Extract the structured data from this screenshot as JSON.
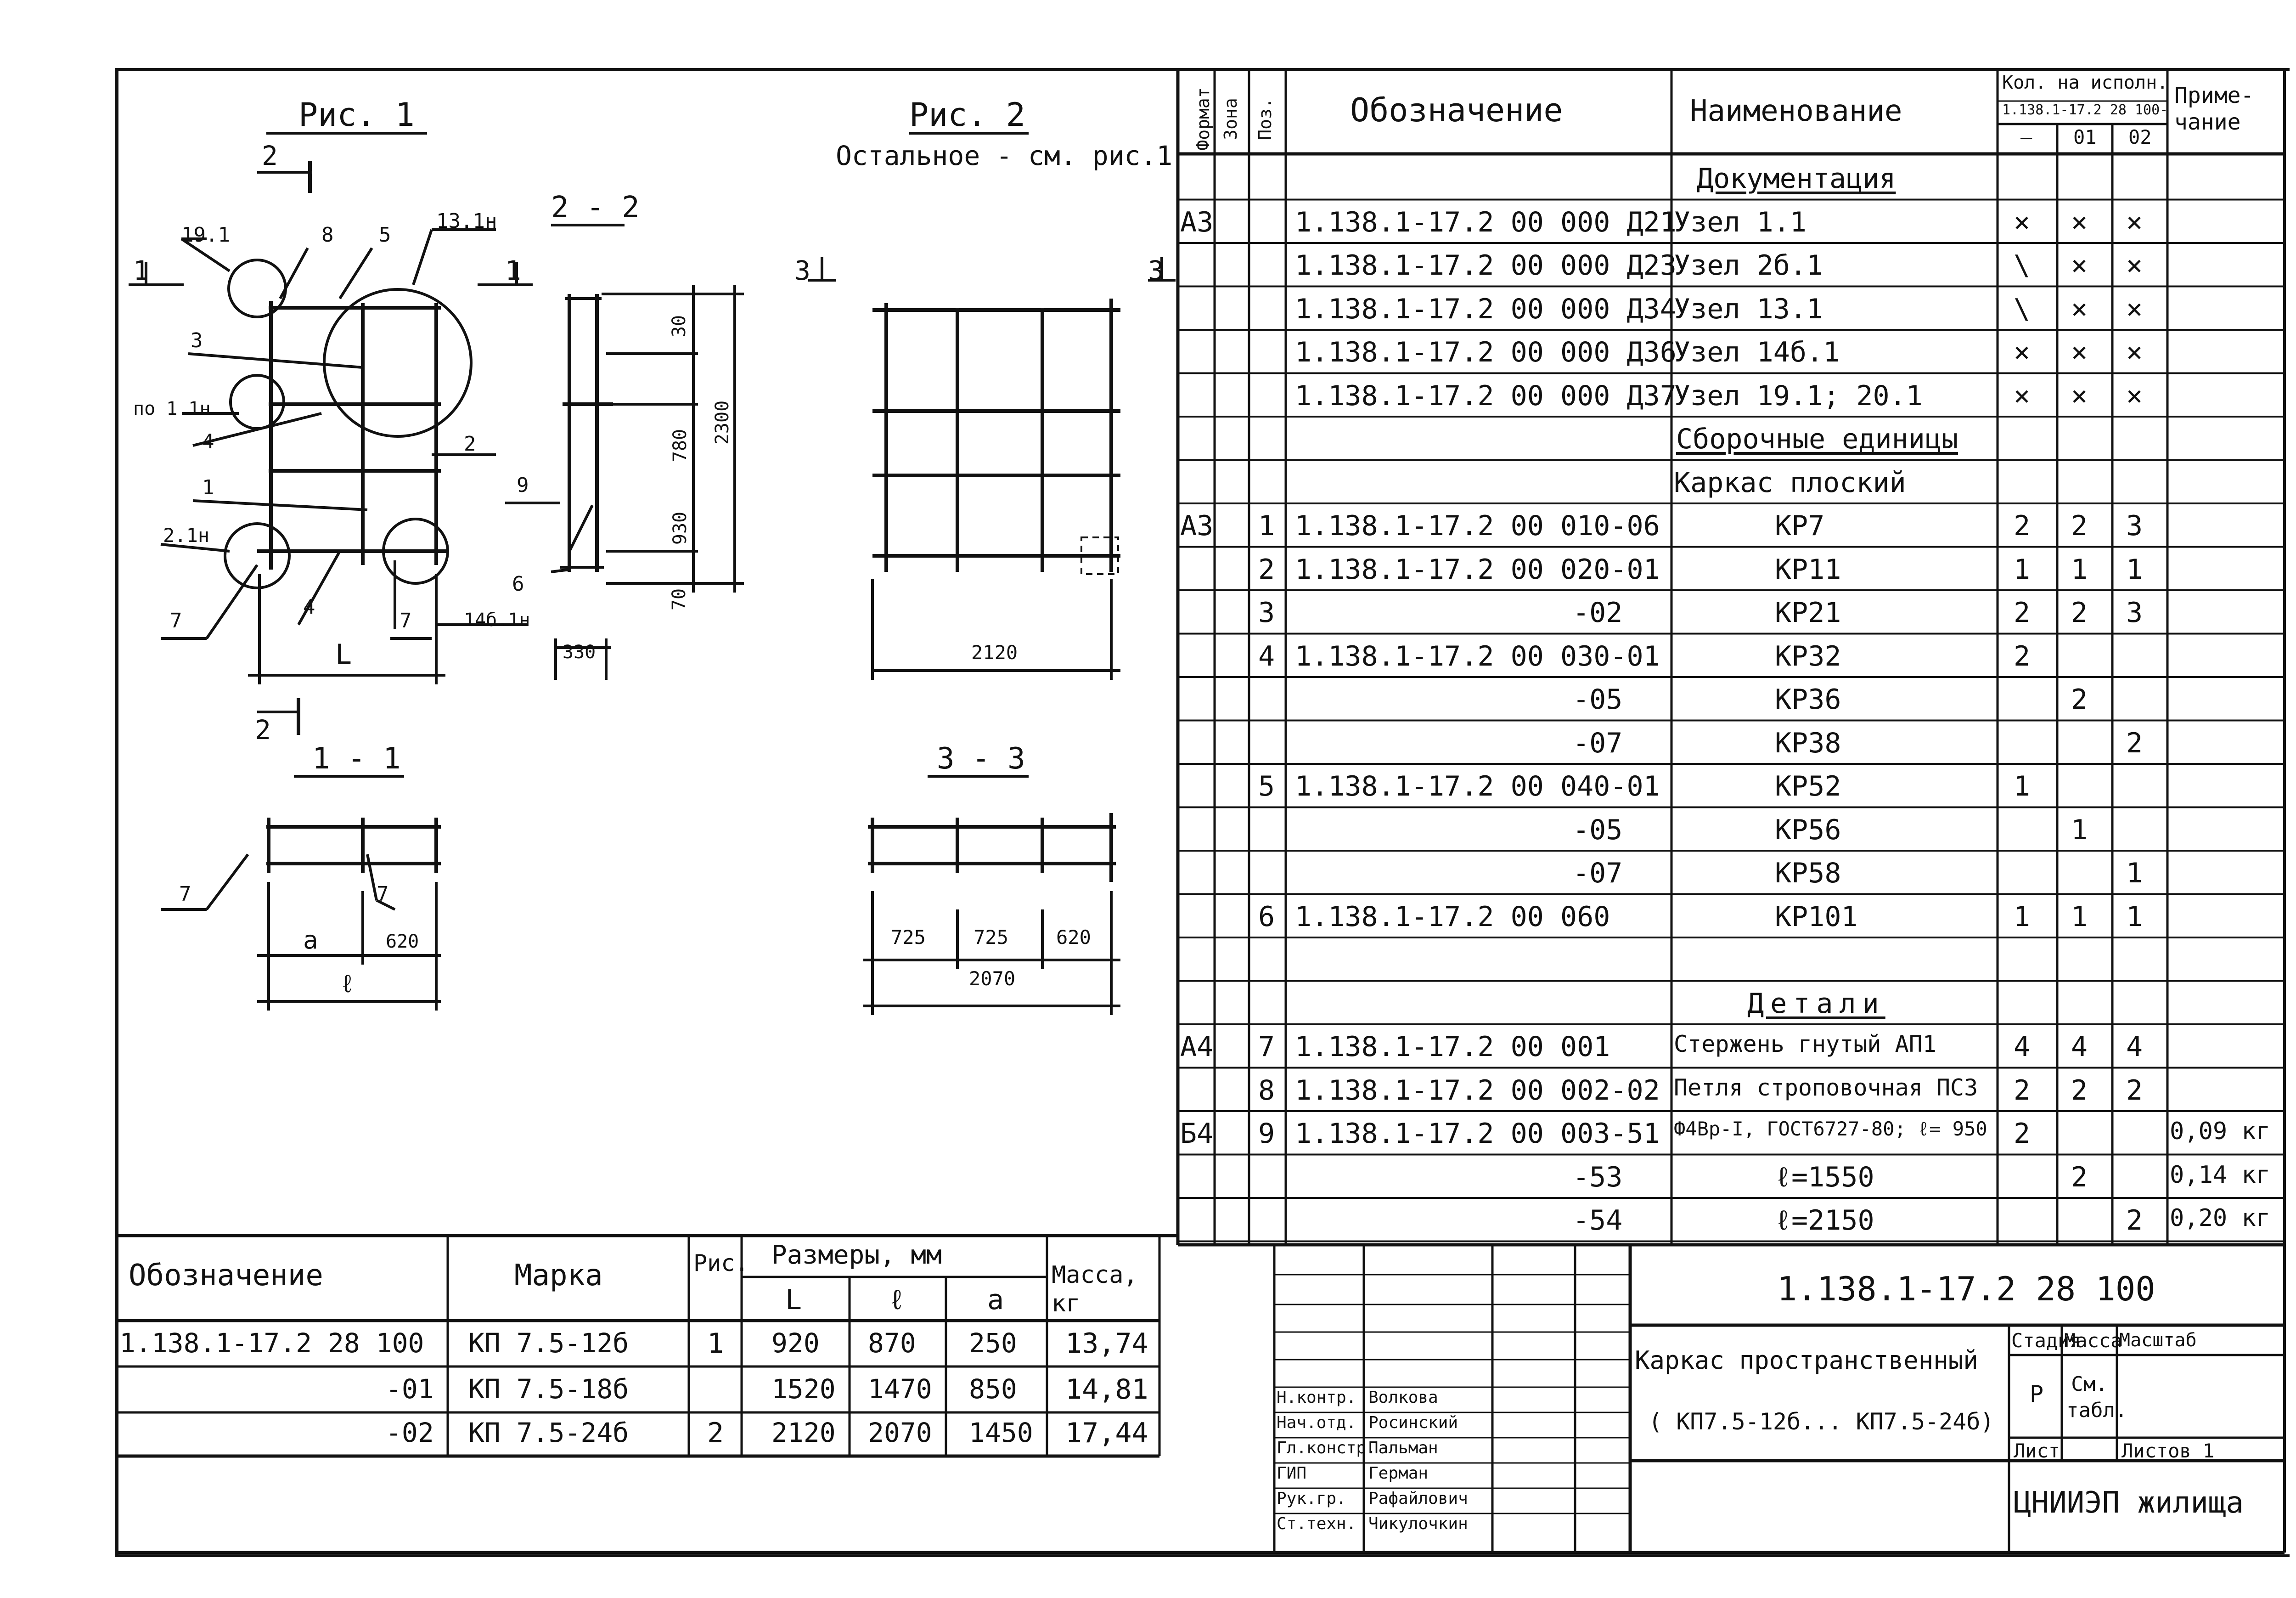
{
  "figures": {
    "fig1_title": "Рис. 1",
    "fig2_title": "Рис. 2",
    "fig2_note": "Остальное - см. рис.1",
    "section_22": "2 - 2",
    "section_11": "1 - 1",
    "section_33": "3 - 3",
    "cut_mark_2": "2",
    "cut_mark_1": "1",
    "cut_mark_3": "3",
    "labels": {
      "p191": "19.1",
      "p8": "8",
      "p5": "5",
      "p131n": "13.1н",
      "p3": "3",
      "po11n": "по 1.1н",
      "p4a": "4",
      "p2": "2",
      "p1": "1",
      "p21n": "2.1н",
      "p7": "7",
      "p4b": "4",
      "p7b": "7",
      "p1461n": "14б.1н",
      "dimL": "L",
      "p9": "9",
      "p6": "6",
      "d30": "30",
      "d780": "780",
      "d930": "930",
      "d70": "70",
      "d2300": "2300",
      "d330": "330",
      "d2120": "2120",
      "p7c": "7",
      "p7d": "7",
      "dim_a": "a",
      "d620a": "620",
      "dim_l": "ℓ",
      "d725a": "725",
      "d725b": "725",
      "d620b": "620",
      "d2070": "2070"
    }
  },
  "spec": {
    "headers": {
      "format": "Формат",
      "zone": "Зона",
      "pos": "Поз.",
      "designation": "Обозначение",
      "name": "Наименование",
      "qty": "Кол. на исполн.",
      "qty_doc": "1.138.1-17.2 28 100-",
      "qty_cols": [
        "—",
        "01",
        "02"
      ],
      "note": "Приме-чание"
    },
    "rows": [
      {
        "fmt": "",
        "pos": "",
        "des": "",
        "name": "Документация",
        "q0": "",
        "q1": "",
        "q2": "",
        "note": ""
      },
      {
        "fmt": "А3",
        "pos": "",
        "des": "1.138.1-17.2 00 000 Д21",
        "name": "Узел 1.1",
        "q0": "×",
        "q1": "×",
        "q2": "×",
        "note": ""
      },
      {
        "fmt": "",
        "pos": "",
        "des": "1.138.1-17.2 00 000 Д23",
        "name": "Узел 2б.1",
        "q0": "\\",
        "q1": "×",
        "q2": "×",
        "note": ""
      },
      {
        "fmt": "",
        "pos": "",
        "des": "1.138.1-17.2 00 000 Д34",
        "name": "Узел 13.1",
        "q0": "\\",
        "q1": "×",
        "q2": "×",
        "note": ""
      },
      {
        "fmt": "",
        "pos": "",
        "des": "1.138.1-17.2 00 000 Д36",
        "name": "Узел 14б.1",
        "q0": "×",
        "q1": "×",
        "q2": "×",
        "note": ""
      },
      {
        "fmt": "",
        "pos": "",
        "des": "1.138.1-17.2 00 000 Д37",
        "name": "Узел 19.1; 20.1",
        "q0": "×",
        "q1": "×",
        "q2": "×",
        "note": ""
      },
      {
        "fmt": "",
        "pos": "",
        "des": "",
        "name": "Сборочные единицы",
        "q0": "",
        "q1": "",
        "q2": "",
        "note": ""
      },
      {
        "fmt": "",
        "pos": "",
        "des": "",
        "name": "Каркас плоский",
        "q0": "",
        "q1": "",
        "q2": "",
        "note": ""
      },
      {
        "fmt": "А3",
        "pos": "1",
        "des": "1.138.1-17.2 00 010-06",
        "name": "КР7",
        "q0": "2",
        "q1": "2",
        "q2": "3",
        "note": ""
      },
      {
        "fmt": "",
        "pos": "2",
        "des": "1.138.1-17.2 00 020-01",
        "name": "КР11",
        "q0": "1",
        "q1": "1",
        "q2": "1",
        "note": ""
      },
      {
        "fmt": "",
        "pos": "3",
        "des": "-02",
        "name": "КР21",
        "q0": "2",
        "q1": "2",
        "q2": "3",
        "note": ""
      },
      {
        "fmt": "",
        "pos": "4",
        "des": "1.138.1-17.2 00 030-01",
        "name": "КР32",
        "q0": "2",
        "q1": "",
        "q2": "",
        "note": ""
      },
      {
        "fmt": "",
        "pos": "",
        "des": "-05",
        "name": "КР36",
        "q0": "",
        "q1": "2",
        "q2": "",
        "note": ""
      },
      {
        "fmt": "",
        "pos": "",
        "des": "-07",
        "name": "КР38",
        "q0": "",
        "q1": "",
        "q2": "2",
        "note": ""
      },
      {
        "fmt": "",
        "pos": "5",
        "des": "1.138.1-17.2 00 040-01",
        "name": "КР52",
        "q0": "1",
        "q1": "",
        "q2": "",
        "note": ""
      },
      {
        "fmt": "",
        "pos": "",
        "des": "-05",
        "name": "КР56",
        "q0": "",
        "q1": "1",
        "q2": "",
        "note": ""
      },
      {
        "fmt": "",
        "pos": "",
        "des": "-07",
        "name": "КР58",
        "q0": "",
        "q1": "",
        "q2": "1",
        "note": ""
      },
      {
        "fmt": "",
        "pos": "6",
        "des": "1.138.1-17.2 00 060",
        "name": "КР101",
        "q0": "1",
        "q1": "1",
        "q2": "1",
        "note": ""
      },
      {
        "fmt": "",
        "pos": "",
        "des": "",
        "name": "",
        "q0": "",
        "q1": "",
        "q2": "",
        "note": ""
      },
      {
        "fmt": "",
        "pos": "",
        "des": "",
        "name": "Детали",
        "q0": "",
        "q1": "",
        "q2": "",
        "note": ""
      },
      {
        "fmt": "А4",
        "pos": "7",
        "des": "1.138.1-17.2 00 001",
        "name": "Стержень гнутый АП1",
        "q0": "4",
        "q1": "4",
        "q2": "4",
        "note": ""
      },
      {
        "fmt": "",
        "pos": "8",
        "des": "1.138.1-17.2 00 002-02",
        "name": "Петля строповочная ПС3",
        "q0": "2",
        "q1": "2",
        "q2": "2",
        "note": ""
      },
      {
        "fmt": "Б4",
        "pos": "9",
        "des": "1.138.1-17.2 00 003-51",
        "name": "Ф4Вр-I, ГОСТ6727-80; ℓ= 950",
        "q0": "2",
        "q1": "",
        "q2": "",
        "note": "0,09 кг"
      },
      {
        "fmt": "",
        "pos": "",
        "des": "-53",
        "name": "ℓ=1550",
        "q0": "",
        "q1": "2",
        "q2": "",
        "note": "0,14 кг"
      },
      {
        "fmt": "",
        "pos": "",
        "des": "-54",
        "name": "ℓ=2150",
        "q0": "",
        "q1": "",
        "q2": "2",
        "note": "0,20 кг"
      }
    ]
  },
  "marks": {
    "headers": {
      "designation": "Обозначение",
      "mark": "Марка",
      "fig": "Рис.",
      "dims": "Размеры, мм",
      "L": "L",
      "l": "ℓ",
      "a": "a",
      "mass": "Масса, кг"
    },
    "rows": [
      {
        "des": "1.138.1-17.2 28 100",
        "mark": "КП 7.5-12б",
        "fig": "1",
        "L": "920",
        "l": "870",
        "a": "250",
        "mass": "13,74"
      },
      {
        "des": "-01",
        "mark": "КП 7.5-18б",
        "fig": "",
        "L": "1520",
        "l": "1470",
        "a": "850",
        "mass": "14,81"
      },
      {
        "des": "-02",
        "mark": "КП 7.5-24б",
        "fig": "2",
        "L": "2120",
        "l": "2070",
        "a": "1450",
        "mass": "17,44"
      }
    ]
  },
  "title_block": {
    "doc_number": "1.138.1-17.2 28 100",
    "title_line1": "Каркас пространственный",
    "title_line2": "( КП7.5-12б... КП7.5-24б)",
    "stage_label": "Стадия",
    "mass_label": "Масса",
    "scale_label": "Масштаб",
    "stage": "Р",
    "mass": "См. табл.",
    "sheet_label": "Лист",
    "sheets_label": "Листов 1",
    "org": "ЦНИИЭП жилища",
    "roles": [
      "Н.контр.",
      "Нач.отд.",
      "Гл.констр.",
      "ГИП",
      "Рук.гр.",
      "Ст.техн."
    ],
    "names": [
      "Волкова",
      "Росинский",
      "Пальман",
      "Герман",
      "Рафайлович",
      "Чикулочкин"
    ]
  }
}
